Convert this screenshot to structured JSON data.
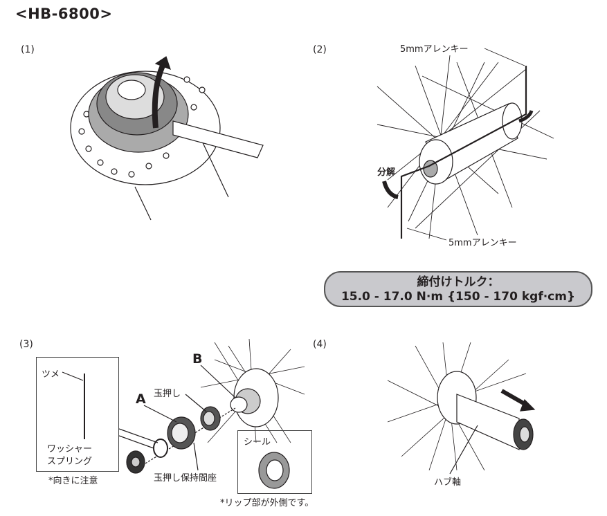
{
  "title": "<HB-6800>",
  "steps": {
    "s1": "(1)",
    "s2": "(2)",
    "s3": "(3)",
    "s4": "(4)"
  },
  "step2": {
    "allen_key_top": "5mmアレンキー",
    "allen_key_bottom": "5mmアレンキー",
    "disassemble": "分解"
  },
  "torque": {
    "label": "締付けトルク：",
    "value": "15.0 - 17.0 N·m {150 - 170 kgf·cm}"
  },
  "step3": {
    "claw": "ツメ",
    "washer_line1": "ワッシャー",
    "washer_line2": "スプリング",
    "orientation_note": "*向きに注意",
    "label_a": "A",
    "label_b": "B",
    "cone": "玉押し",
    "cone_spacer": "玉押し保持間座",
    "seal": "シール",
    "lip_note": "*リップ部が外側です。"
  },
  "step4": {
    "hub_axle": "ハブ軸"
  }
}
